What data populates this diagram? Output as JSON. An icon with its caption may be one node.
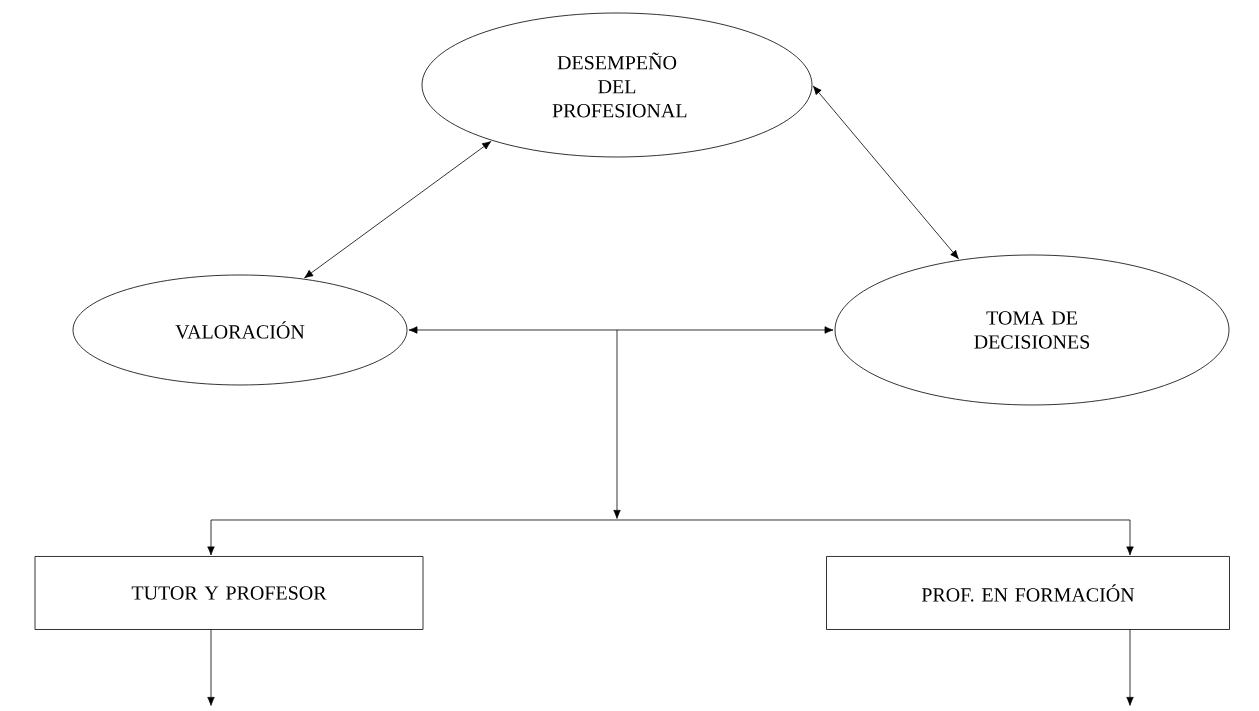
{
  "diagram": {
    "nodes": [
      {
        "text": [
          "DESEMPEÑO DEL PROFESIONAL"
        ]
      },
      {
        "text": [
          "VALORACIÓN"
        ]
      },
      {
        "text": [
          "TOMA DE DECISIONES"
        ]
      },
      {
        "text": [
          "TUTOR Y PROFESOR"
        ]
      },
      {
        "text": [
          "PROF. EN FORMACIÓN"
        ]
      }
    ],
    "edges": [
      {
        "from": 0,
        "to": 1,
        "arrow": "both"
      },
      {
        "from": 0,
        "to": 2,
        "arrow": "both"
      },
      {
        "from": 1,
        "to": 2,
        "arrow": "both"
      },
      {
        "from": null,
        "to": 3,
        "arrow": "to"
      },
      {
        "from": null,
        "to": 4,
        "arrow": "to"
      },
      {
        "from": 3,
        "to": null,
        "arrow": "to"
      },
      {
        "from": 4,
        "to": null,
        "arrow": "to"
      }
    ]
  }
}
